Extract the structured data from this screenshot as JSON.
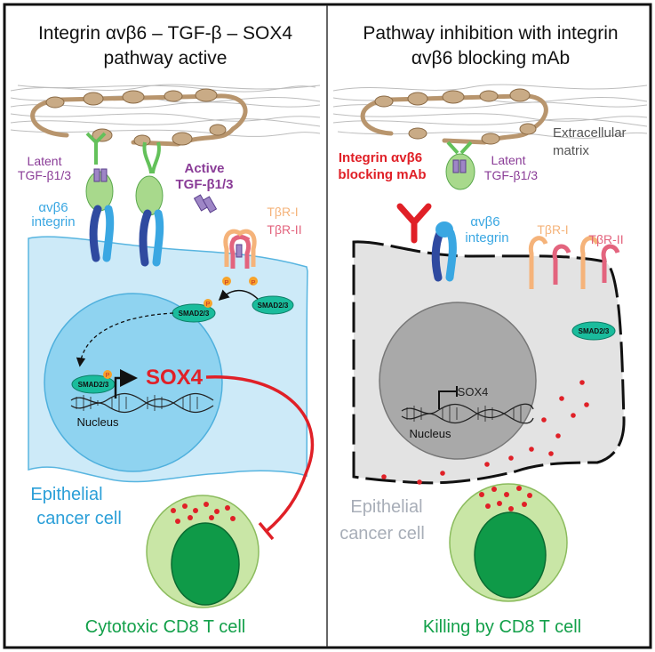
{
  "left_panel": {
    "title_line1": "Integrin αvβ6 – TGF-β – SOX4",
    "title_line2": "pathway active",
    "latent_line1": "Latent",
    "latent_line2": "TGF-β1/3",
    "active_line1": "Active",
    "active_line2": "TGF-β1/3",
    "integrin_line1": "αvβ6",
    "integrin_line2": "integrin",
    "tbr1": "TβR-I",
    "tbr2": "TβR-II",
    "smad_cyto": "SMAD2/3",
    "smad_mid": "SMAD2/3",
    "smad_nuc": "SMAD2/3",
    "phospho": "P",
    "sox4": "SOX4",
    "nucleus": "Nucleus",
    "cell_line1": "Epithelial",
    "cell_line2": "cancer cell",
    "tcell": "Cytotoxic CD8 T cell"
  },
  "right_panel": {
    "title_line1": "Pathway inhibition with integrin",
    "title_line2": "αvβ6 blocking mAb",
    "ecm_line1": "Extracellular",
    "ecm_line2": "matrix",
    "mab_line1": "Integrin αvβ6",
    "mab_line2": "blocking mAb",
    "latent_line1": "Latent",
    "latent_line2": "TGF-β1/3",
    "integrin_line1": "αvβ6",
    "integrin_line2": "integrin",
    "tbr1": "TβR-I",
    "tbr2": "TβR-II",
    "smad": "SMAD2/3",
    "sox4": "SOX4",
    "nucleus": "Nucleus",
    "cell_line1": "Epithelial",
    "cell_line2": "cancer cell",
    "tcell": "Killing by CD8 T cell"
  },
  "colors": {
    "cell_left": "#cdeaf8",
    "nucleus_left": "#8fd3f0",
    "cell_right": "#e3e3e3",
    "nucleus_right": "#a9a9a9",
    "tcell_outer": "#c9e6a6",
    "tcell_inner": "#0f9a48",
    "red": "#e02027",
    "purple": "#8a3c97",
    "blue_text": "#2b9fd8",
    "green_text": "#13a04a",
    "grey_text": "#a8aeb8",
    "orange": "#f5b37a",
    "pink": "#e3647e"
  }
}
